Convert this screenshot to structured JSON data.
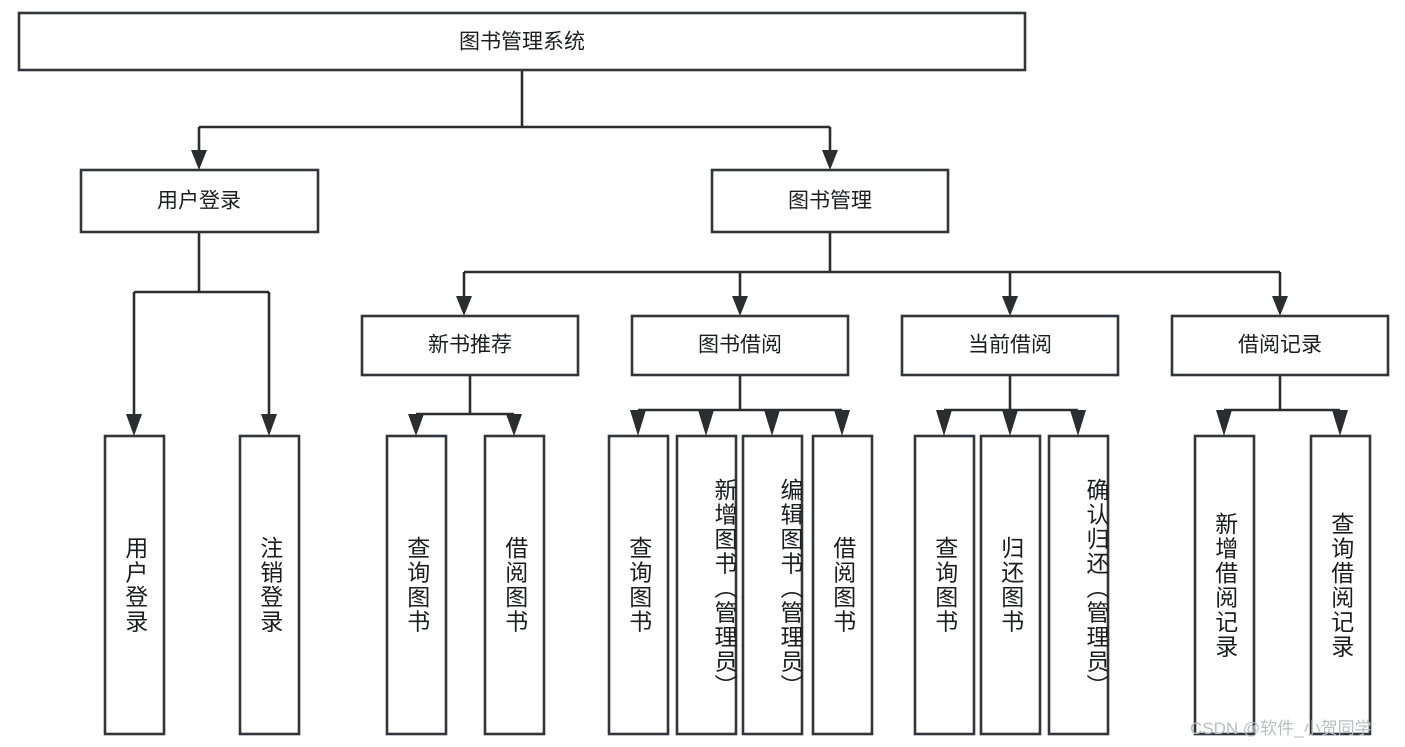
{
  "diagram": {
    "title": "图书管理系统",
    "type": "tree-hierarchy-chart",
    "watermark": "CSDN @软件_小贺同学",
    "colors": {
      "box_stroke": "#33353a",
      "connector": "#2b2d31",
      "background": "#ffffff",
      "text": "#1c1d20",
      "watermark": "#b9bcc1"
    },
    "root": {
      "label": "图书管理系统"
    },
    "level2": [
      {
        "label": "用户登录"
      },
      {
        "label": "图书管理"
      }
    ],
    "level3": [
      {
        "label": "新书推荐"
      },
      {
        "label": "图书借阅"
      },
      {
        "label": "当前借阅"
      },
      {
        "label": "借阅记录"
      }
    ],
    "leaves": {
      "user_login": [
        {
          "label": "用户登录"
        },
        {
          "label": "注销登录"
        }
      ],
      "new_book_recommend": [
        {
          "label": "查询图书"
        },
        {
          "label": "借阅图书"
        }
      ],
      "book_borrow": [
        {
          "label": "查询图书"
        },
        {
          "label": "新增图书（管理员）"
        },
        {
          "label": "编辑图书（管理员）"
        },
        {
          "label": "借阅图书"
        }
      ],
      "current_borrow": [
        {
          "label": "查询图书"
        },
        {
          "label": "归还图书"
        },
        {
          "label": "确认归还（管理员）"
        }
      ],
      "borrow_record": [
        {
          "label": "新增借阅记录"
        },
        {
          "label": "查询借阅记录"
        }
      ]
    }
  }
}
